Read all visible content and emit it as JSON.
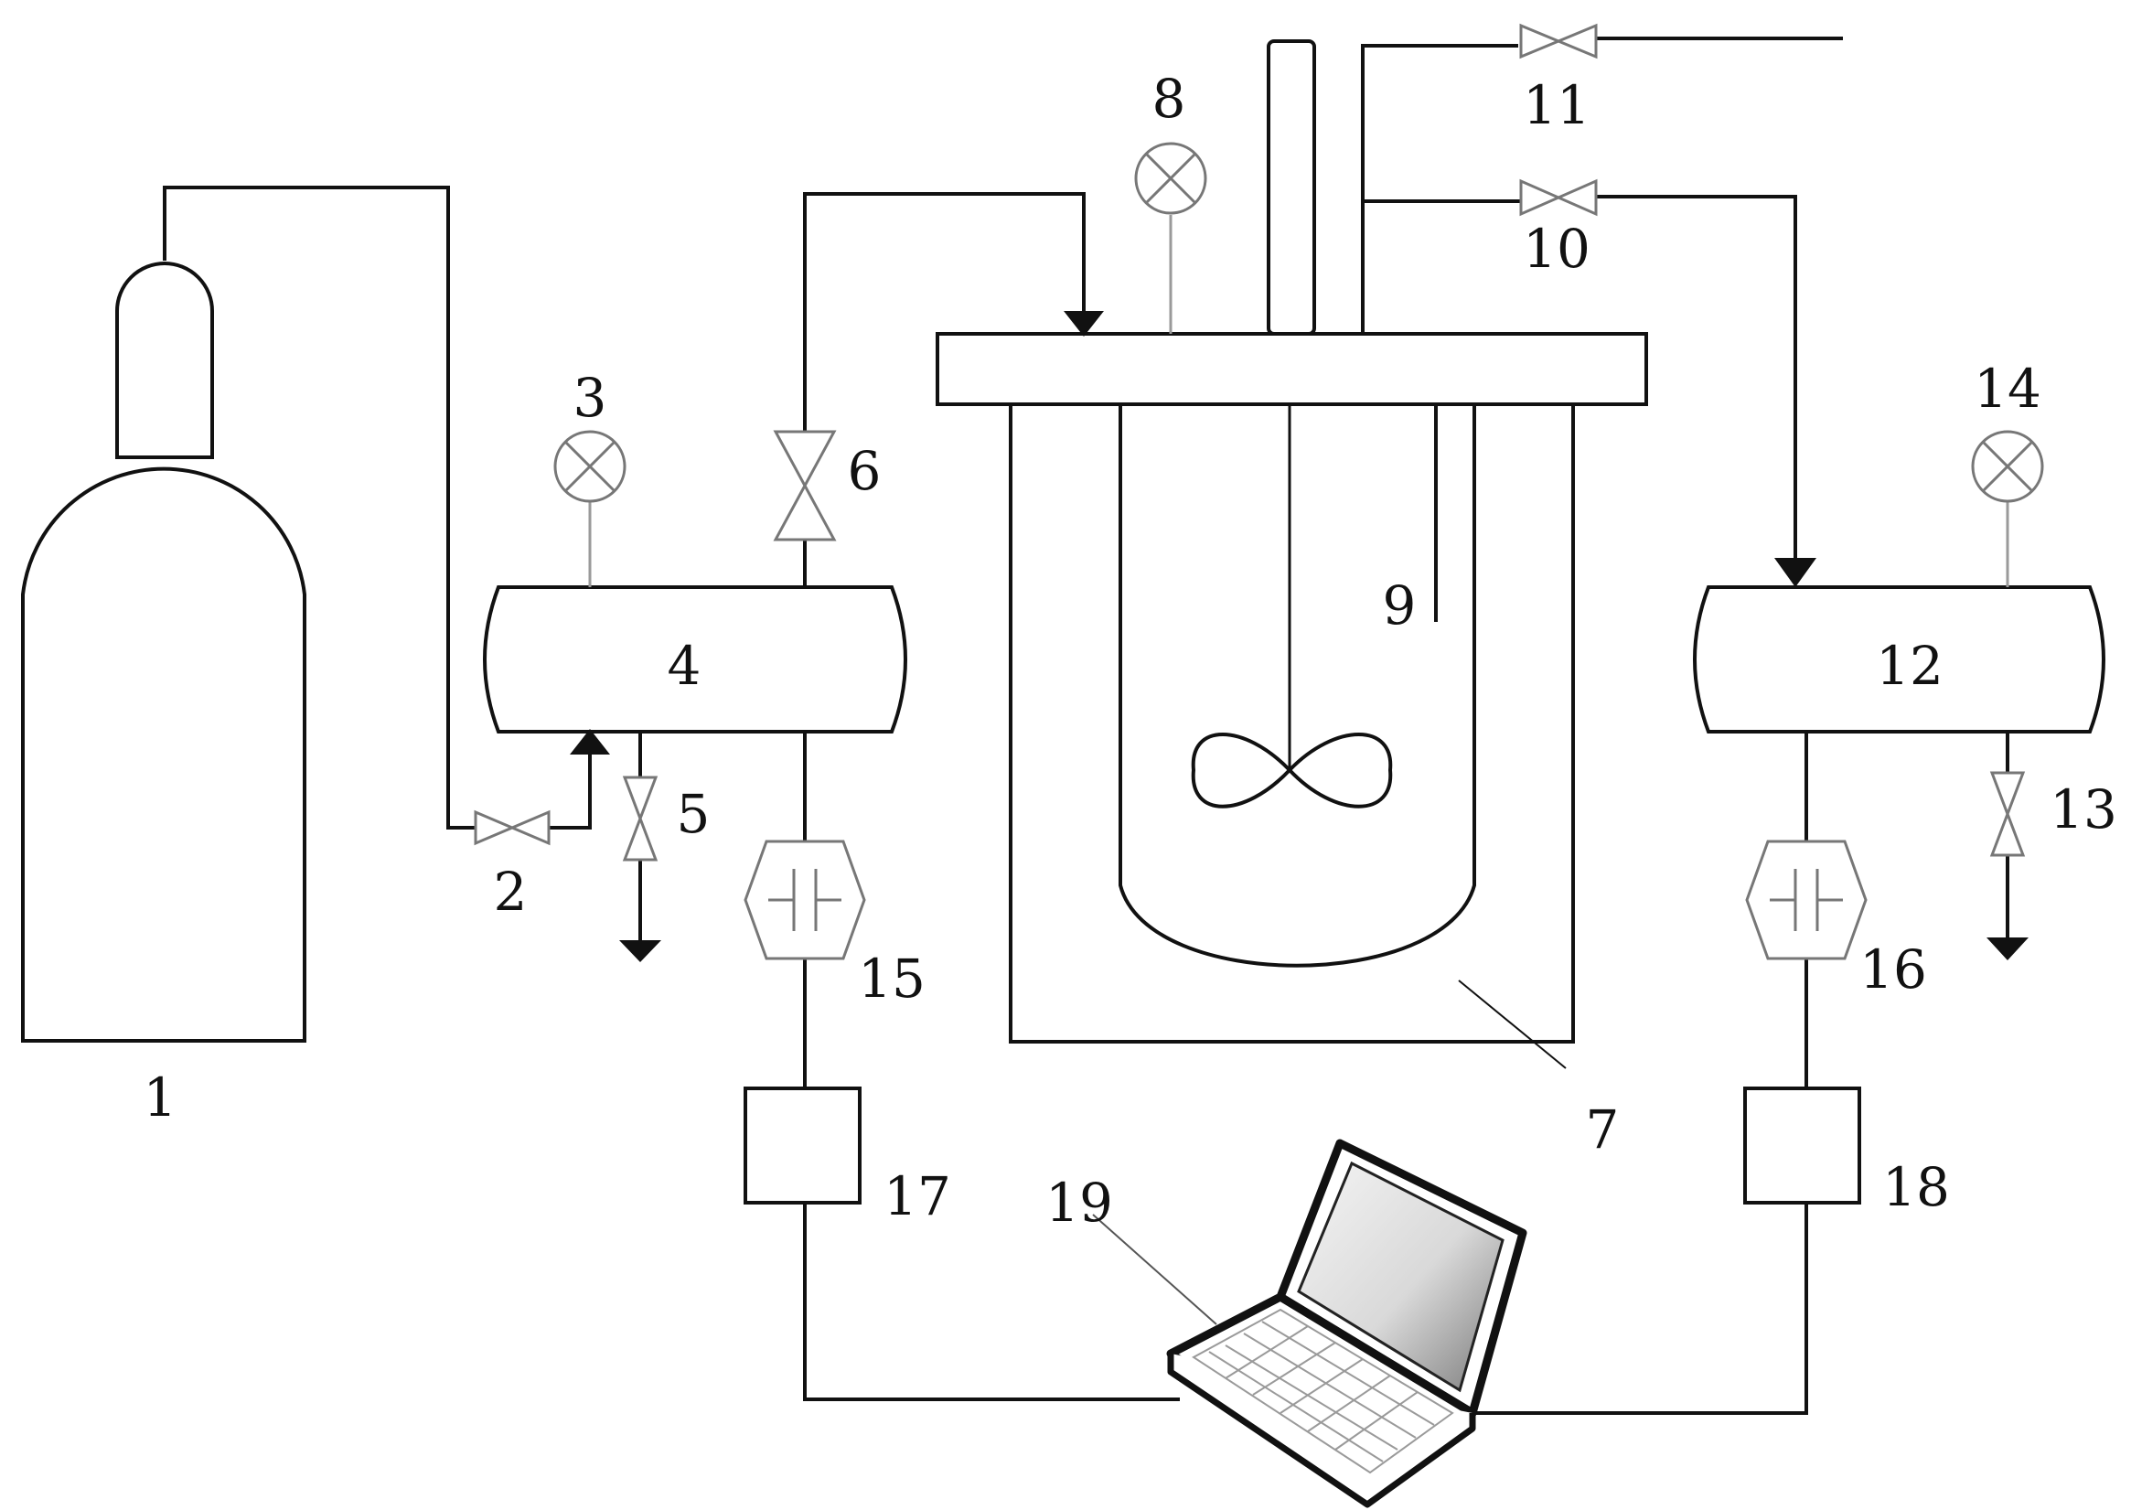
{
  "colors": {
    "line": "#111111",
    "gauge_stem": "#9a9a9a",
    "valve": "#777777",
    "screen_light": "#f4f4f4",
    "screen_dark": "#7a7a7a"
  },
  "labels": {
    "gas_cylinder": "1",
    "inlet_valve": "2",
    "gauge_left": "3",
    "tank_left": "4",
    "drain_valve_left": "5",
    "feed_valve": "6",
    "reactor": "7",
    "gauge_reactor": "8",
    "thermocouple": "9",
    "valve_to_right_tank": "10",
    "vent_valve": "11",
    "tank_right": "12",
    "drain_valve_right": "13",
    "gauge_right": "14",
    "filter_left": "15",
    "filter_right": "16",
    "transducer_left": "17",
    "transducer_right": "18",
    "computer": "19"
  },
  "icons": {
    "gauge": "pressure-gauge-icon",
    "valve": "gate-valve-icon",
    "filter": "filter-icon",
    "arrow": "flow-arrow-icon",
    "laptop": "laptop-icon"
  }
}
